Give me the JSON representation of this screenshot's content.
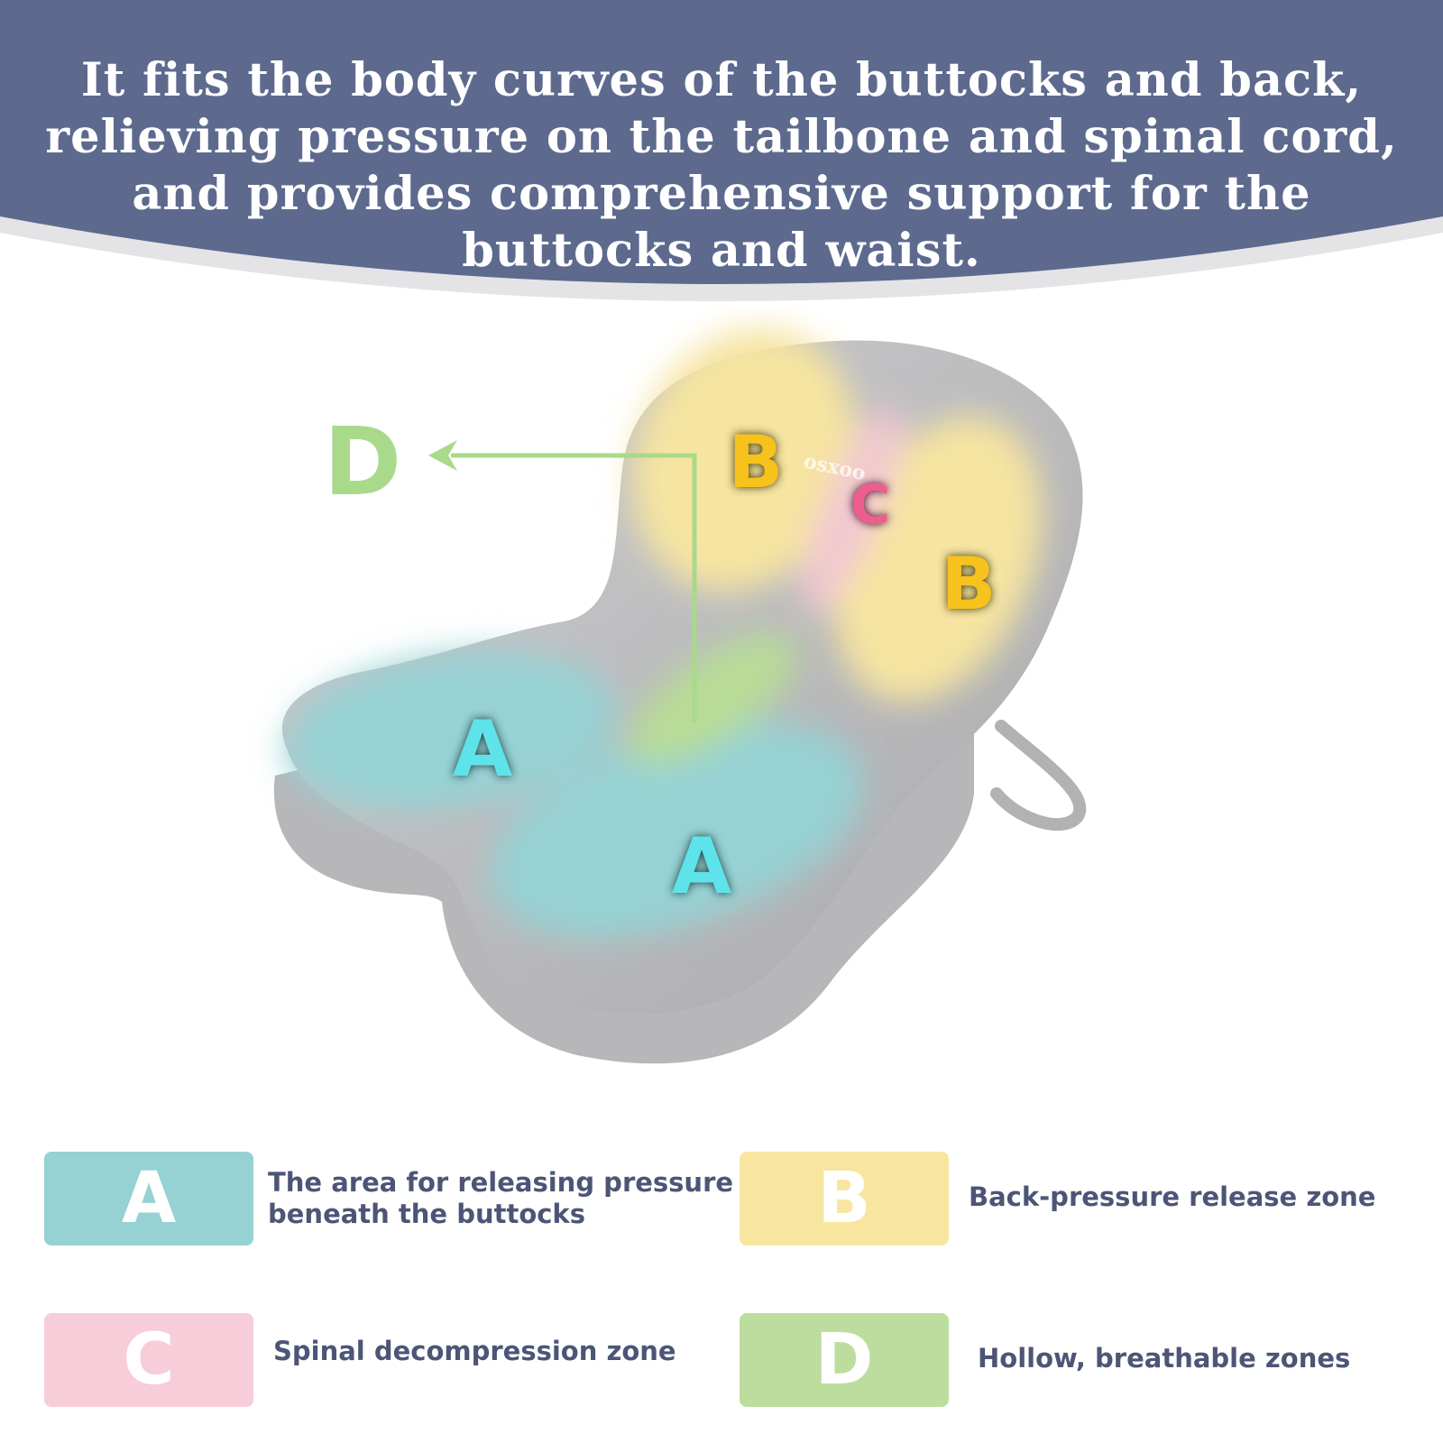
{
  "header": {
    "headline": "It fits the body curves of the buttocks and back, relieving pressure on the tailbone and spinal cord, and provides comprehensive support for the buttocks and waist.",
    "bg_color": "#5d6a8e"
  },
  "illustration": {
    "brand_mark": "osxoo",
    "zone_labels": {
      "A_left": "A",
      "A_right": "A",
      "B_left": "B",
      "B_right": "B",
      "C": "C",
      "D": "D"
    }
  },
  "legend": [
    {
      "letter": "A",
      "text": "The area for releasing pressure beneath the buttocks",
      "color": "#96d1d4"
    },
    {
      "letter": "B",
      "text": "Back-pressure release zone",
      "color": "#f8e6a0"
    },
    {
      "letter": "C",
      "text": "Spinal decompression zone",
      "color": "#f6cdd9"
    },
    {
      "letter": "D",
      "text": "Hollow, breathable zones",
      "color": "#bddd9f"
    }
  ],
  "colors": {
    "zone_a": "#5fe3ea",
    "zone_b": "#f7c21b",
    "zone_c": "#ef5d8f",
    "zone_d": "#a9d98a",
    "text_dark": "#4d5577"
  }
}
